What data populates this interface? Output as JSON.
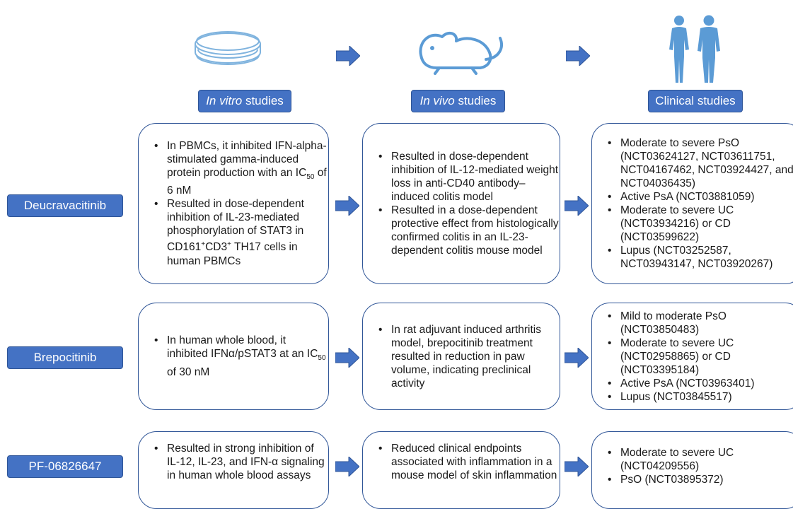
{
  "stages": [
    {
      "italic": "In vitro",
      "rest": " studies",
      "icon": "petri-dish-icon"
    },
    {
      "italic": "In vivo",
      "rest": " studies",
      "icon": "mouse-icon"
    },
    {
      "italic": "",
      "rest": "Clinical studies",
      "icon": "human-figures-icon"
    }
  ],
  "colors": {
    "accent": "#4472c4",
    "border": "#2f5597",
    "icon": "#5b9bd5"
  },
  "drugs": [
    {
      "name": "Deucravacitinib",
      "in_vitro": [
        "In PBMCs, it inhibited IFN-alpha-stimulated gamma-induced protein production with an IC50 of 6 nM",
        "Resulted in dose-dependent inhibition of IL-23-mediated phosphorylation of STAT3 in CD161+CD3+ TH17 cells in human PBMCs"
      ],
      "in_vivo": [
        "Resulted in dose-dependent inhibition of IL-12-mediated weight loss in anti-CD40 antibody–induced colitis model",
        "Resulted in a dose-dependent protective effect from histologically confirmed colitis in an IL-23-dependent colitis mouse model"
      ],
      "clinical": [
        "Moderate to severe PsO (NCT03624127, NCT03611751, NCT04167462, NCT03924427, and NCT04036435)",
        "Active PsA (NCT03881059)",
        "Moderate to severe UC (NCT03934216) or CD (NCT03599622)",
        "Lupus (NCT03252587, NCT03943147, NCT03920267)"
      ]
    },
    {
      "name": "Brepocitinib",
      "in_vitro": [
        "In human whole blood, it inhibited IFNα/pSTAT3 at an IC50 of 30 nM"
      ],
      "in_vivo": [
        "In rat adjuvant induced arthritis model, brepocitinib treatment resulted in reduction in paw volume, indicating preclinical activity"
      ],
      "clinical": [
        "Mild to moderate PsO (NCT03850483)",
        "Moderate to severe UC (NCT02958865) or CD (NCT03395184)",
        "Active PsA (NCT03963401)",
        "Lupus (NCT03845517)"
      ]
    },
    {
      "name": "PF-06826647",
      "in_vitro": [
        "Resulted in strong inhibition of IL-12, IL-23, and IFN-α signaling in human whole blood assays"
      ],
      "in_vivo": [
        "Reduced clinical endpoints associated with inflammation in a mouse model of skin inflammation"
      ],
      "clinical": [
        "Moderate to severe UC (NCT04209556)",
        "PsO (NCT03895372)"
      ]
    }
  ]
}
